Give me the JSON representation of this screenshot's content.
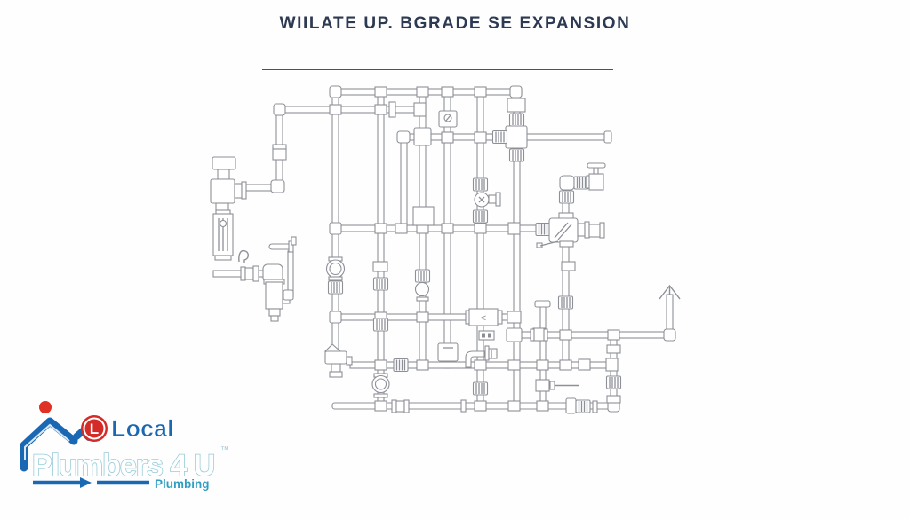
{
  "title": "WIILATE UP. BGRADE SE EXPANSION",
  "logo": {
    "badge_letter": "L",
    "name_top": "Local",
    "name_main": "Plumbers 4 U",
    "trademark": "™",
    "tagline": "Plumbing"
  },
  "diagram": {
    "check_valve_label": "<"
  },
  "colors": {
    "title_text": "#2c3a52",
    "rule_line": "#4d525e",
    "line_art": "#8d9097",
    "logo_blue": "#1a67b3",
    "logo_red": "#d52b28",
    "logo_outline": "#96ccd9",
    "tagline_teal": "#2f9ec2"
  }
}
